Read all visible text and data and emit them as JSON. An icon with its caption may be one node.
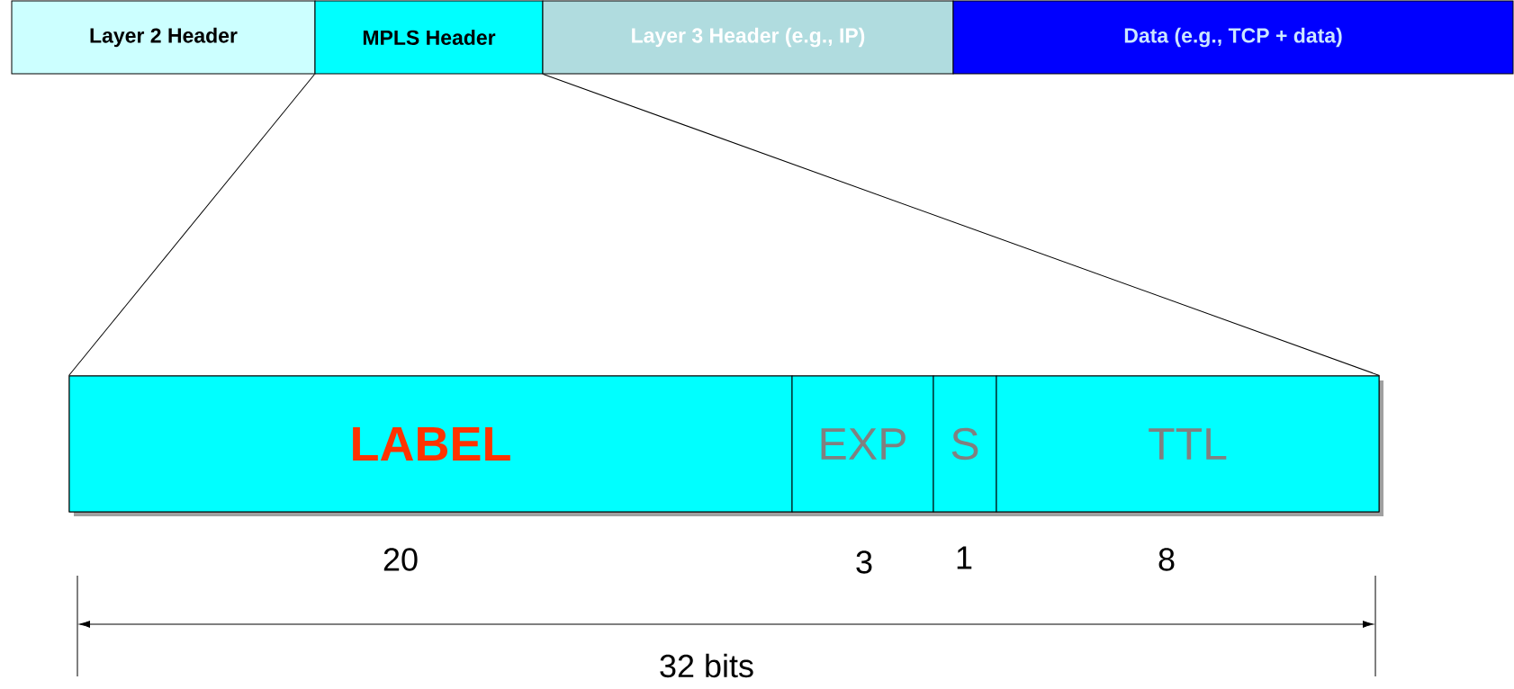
{
  "diagram": {
    "nodes": [
      {
        "text": [
          "Layer 2 Header"
        ]
      },
      {
        "text": [
          "MPLS Header"
        ]
      },
      {
        "text": [
          "Layer 3 Header (e.g., IP)"
        ]
      },
      {
        "text": [
          "Data (e.g., TCP + data)"
        ]
      },
      {
        "text": [],
        "shape": "box"
      },
      {
        "text": [
          "LABEL"
        ],
        "in": 4
      },
      {
        "text": [
          "EXP"
        ],
        "in": 4
      },
      {
        "text": [
          "S"
        ],
        "in": 4
      },
      {
        "text": [
          "TTL"
        ],
        "in": 4
      }
    ],
    "edges": [
      {
        "from": 1,
        "to": 4,
        "arrow": "none"
      },
      {
        "from": 1,
        "to": 4,
        "arrow": "none"
      }
    ],
    "labels": [
      "20",
      "3",
      "1",
      "8",
      "32 bits"
    ]
  }
}
